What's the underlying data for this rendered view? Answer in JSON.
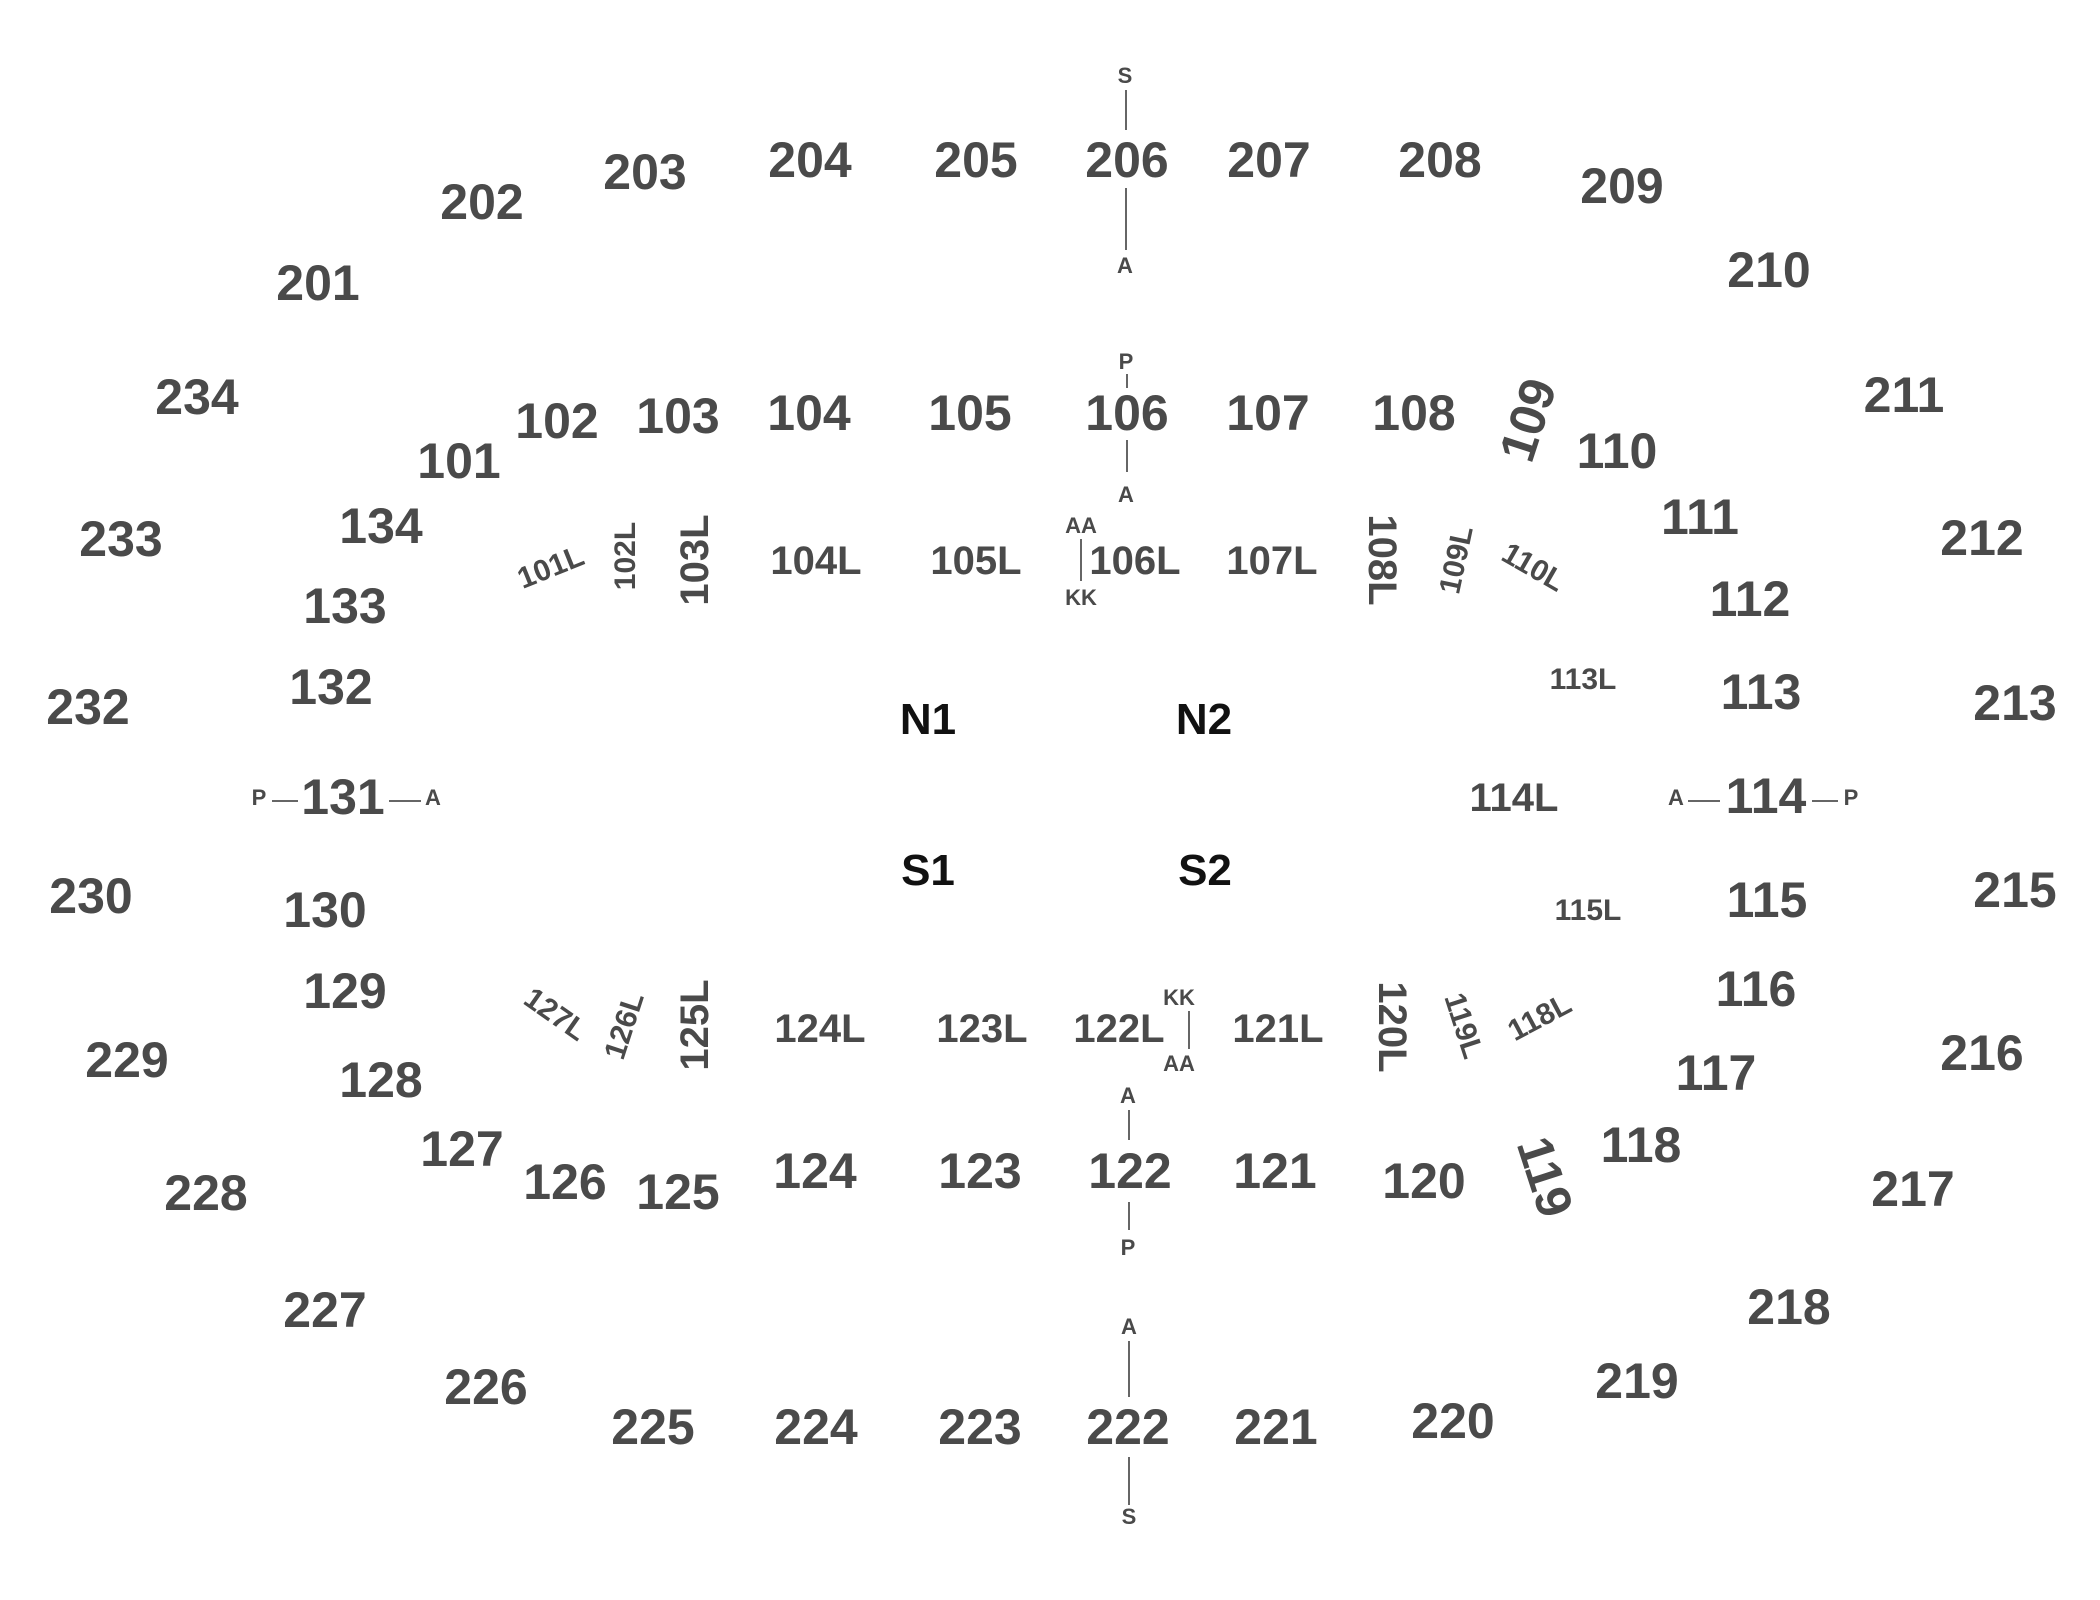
{
  "colors": {
    "section_text": "#4a4a4a",
    "floor_text": "#111111",
    "row_line": "#666666",
    "background": "#ffffff"
  },
  "upper_sections": [
    "201",
    "202",
    "203",
    "204",
    "205",
    "206",
    "207",
    "208",
    "209",
    "210",
    "211",
    "212",
    "213",
    "215",
    "216",
    "217",
    "218",
    "219",
    "220",
    "221",
    "222",
    "223",
    "224",
    "225",
    "226",
    "227",
    "228",
    "229",
    "230",
    "232",
    "233",
    "234"
  ],
  "lower_sections": [
    "101",
    "102",
    "103",
    "104",
    "105",
    "106",
    "107",
    "108",
    "109",
    "110",
    "111",
    "112",
    "113",
    "114",
    "115",
    "116",
    "117",
    "118",
    "119",
    "120",
    "121",
    "122",
    "123",
    "124",
    "125",
    "126",
    "127",
    "128",
    "129",
    "130",
    "131",
    "132",
    "133",
    "134"
  ],
  "loge_sections": [
    "101L",
    "102L",
    "103L",
    "104L",
    "105L",
    "106L",
    "107L",
    "108L",
    "109L",
    "110L",
    "113L",
    "114L",
    "115L",
    "118L",
    "119L",
    "120L",
    "121L",
    "122L",
    "123L",
    "124L",
    "125L",
    "126L",
    "127L"
  ],
  "floor_sections": [
    "N1",
    "N2",
    "S1",
    "S2"
  ],
  "row_markers": {
    "s206_top": "S",
    "s206_bottom": "A",
    "s106_top": "P",
    "s106_bottom": "A",
    "s106L_top": "AA",
    "s106L_bottom": "KK",
    "s131_left": "P",
    "s131_right": "A",
    "s114_left": "A",
    "s114_right": "P",
    "s122L_top": "KK",
    "s122L_bottom": "AA",
    "s122_top": "A",
    "s122_bottom": "P",
    "s222_top": "A",
    "s222_bottom": "S"
  }
}
